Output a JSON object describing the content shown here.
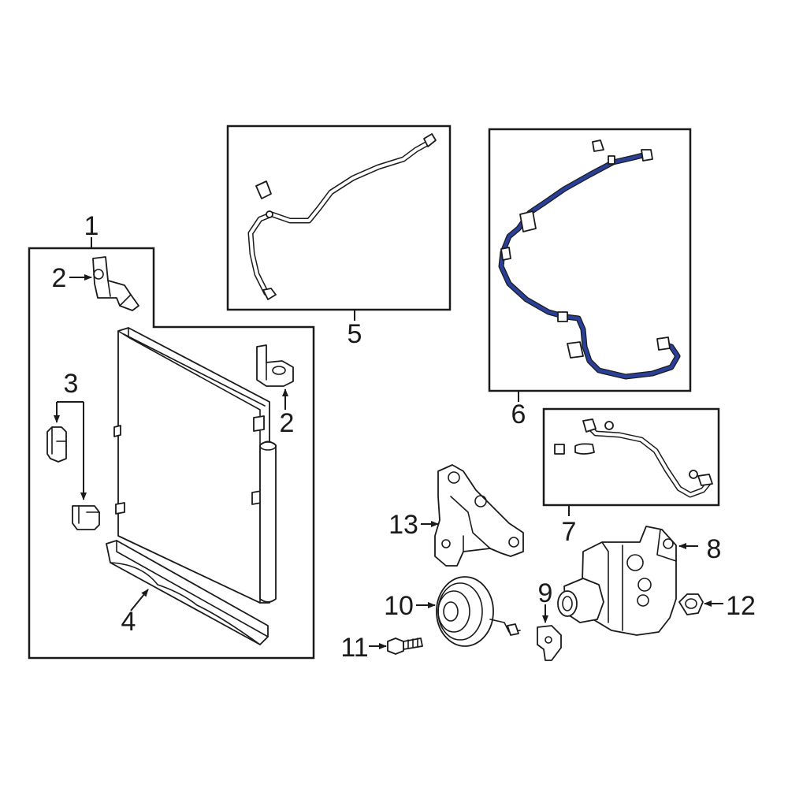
{
  "callouts": {
    "c1": "1",
    "c2a": "2",
    "c2b": "2",
    "c3": "3",
    "c4": "4",
    "c5": "5",
    "c6": "6",
    "c7": "7",
    "c8": "8",
    "c9": "9",
    "c10": "10",
    "c11": "11",
    "c12": "12",
    "c13": "13"
  },
  "colors": {
    "line": "#1a1a1a",
    "highlight": "#2a3f97",
    "background": "#ffffff"
  }
}
